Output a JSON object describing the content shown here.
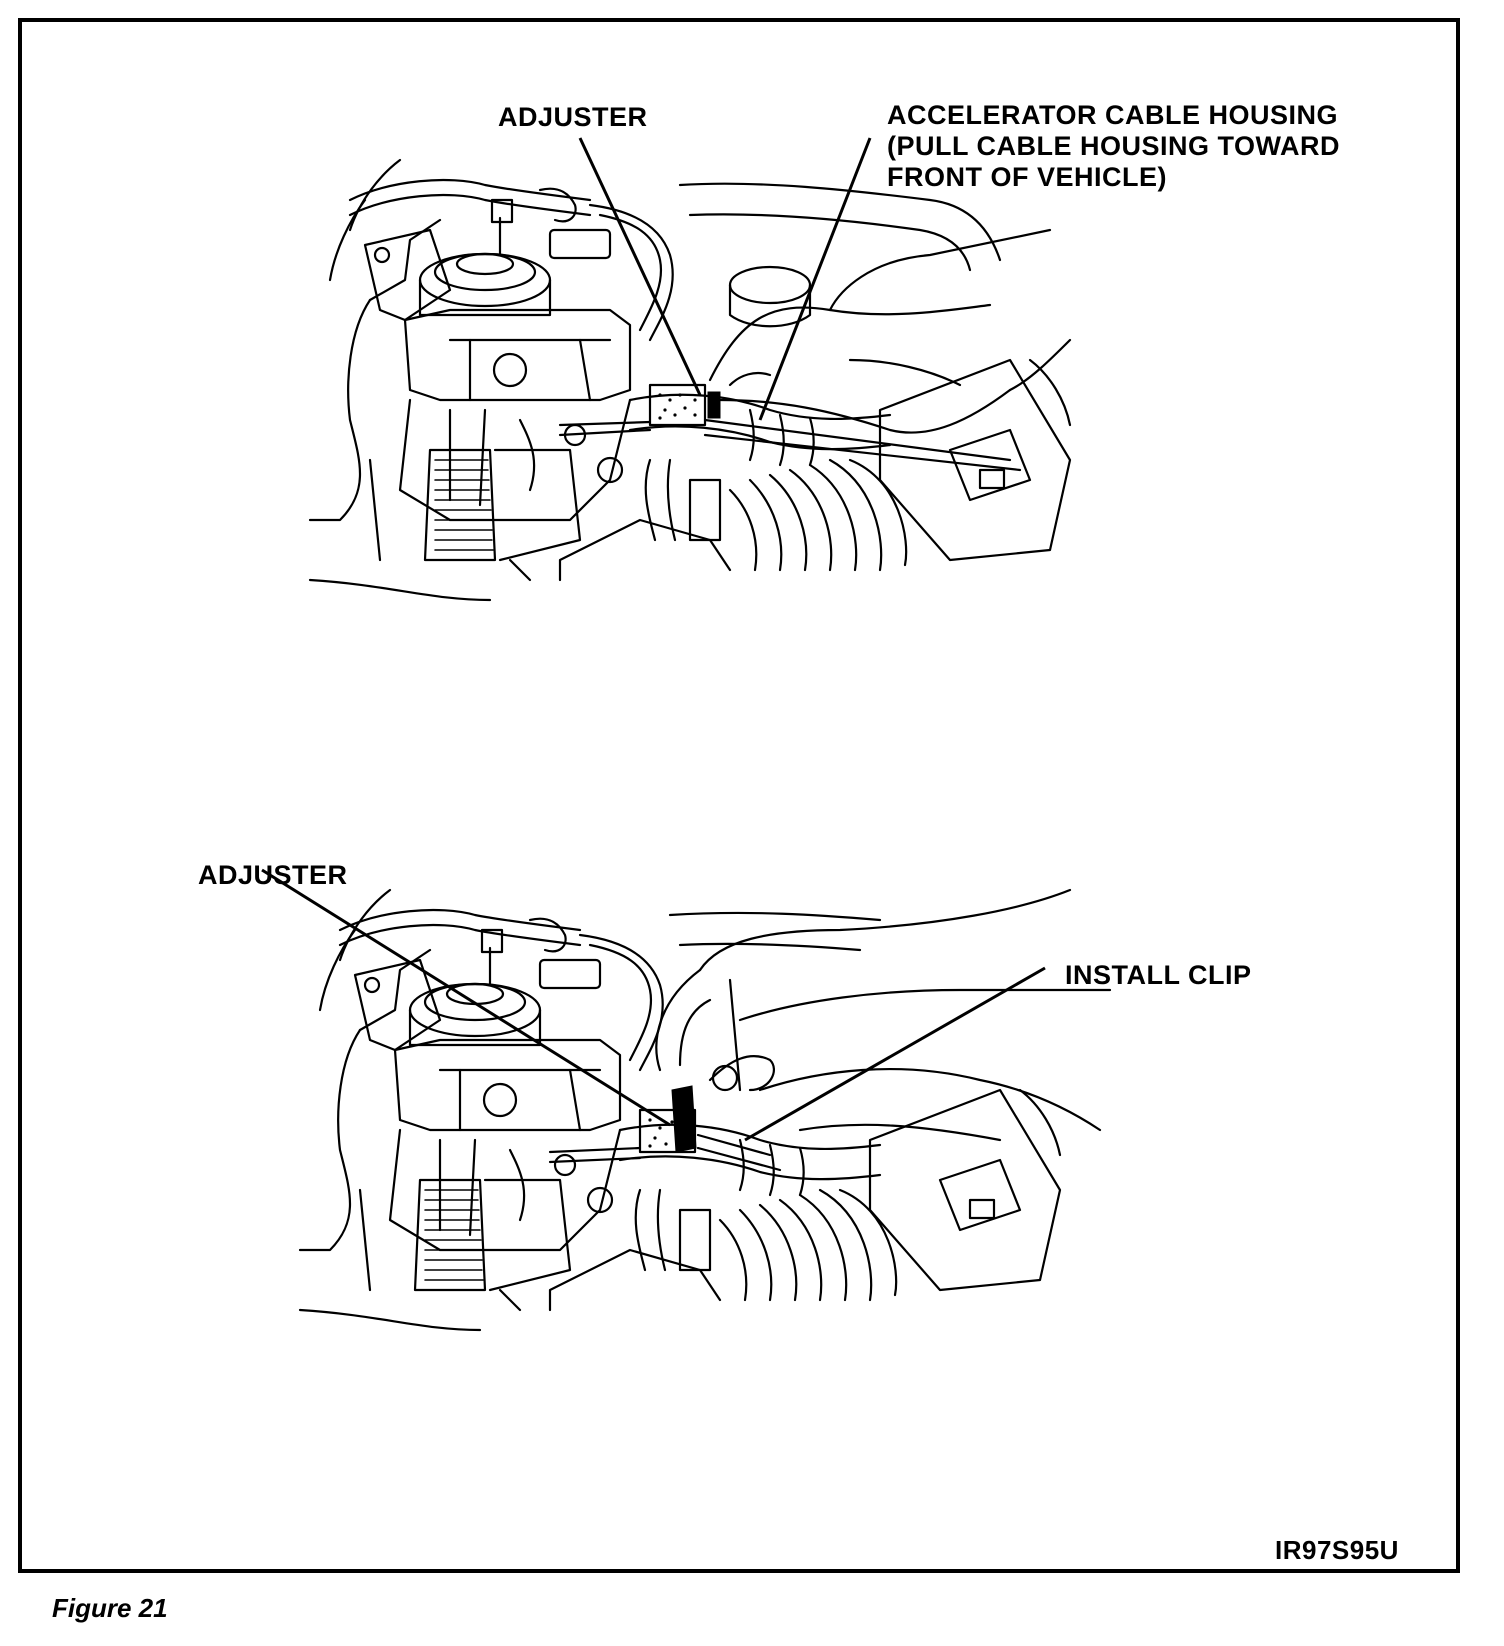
{
  "top_view": {
    "label_adjuster": "ADJUSTER",
    "label_cable_housing": "ACCELERATOR CABLE HOUSING\n(PULL CABLE HOUSING TOWARD\nFRONT OF VEHICLE)"
  },
  "bottom_view": {
    "label_adjuster": "ADJUSTER",
    "label_install_clip": "INSTALL CLIP"
  },
  "figure_code": "IR97S95U",
  "caption": "Figure 21"
}
